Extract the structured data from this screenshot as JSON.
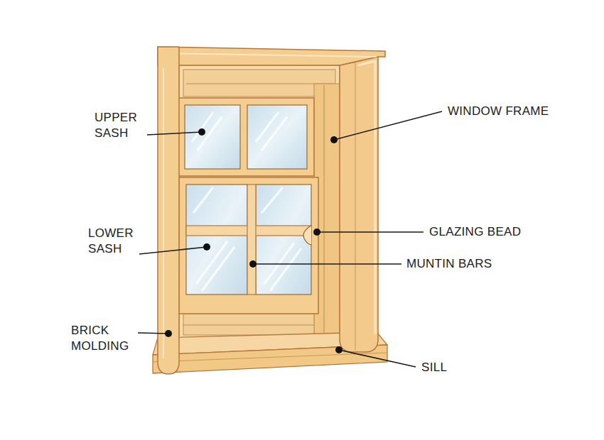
{
  "diagram": {
    "labels": [
      "UPPER SASH",
      "WINDOW FRAME",
      "GLAZING BEAD",
      "LOWER SASH",
      "MUNTIN BARS",
      "BRICK MOLDING",
      "SILL"
    ]
  }
}
